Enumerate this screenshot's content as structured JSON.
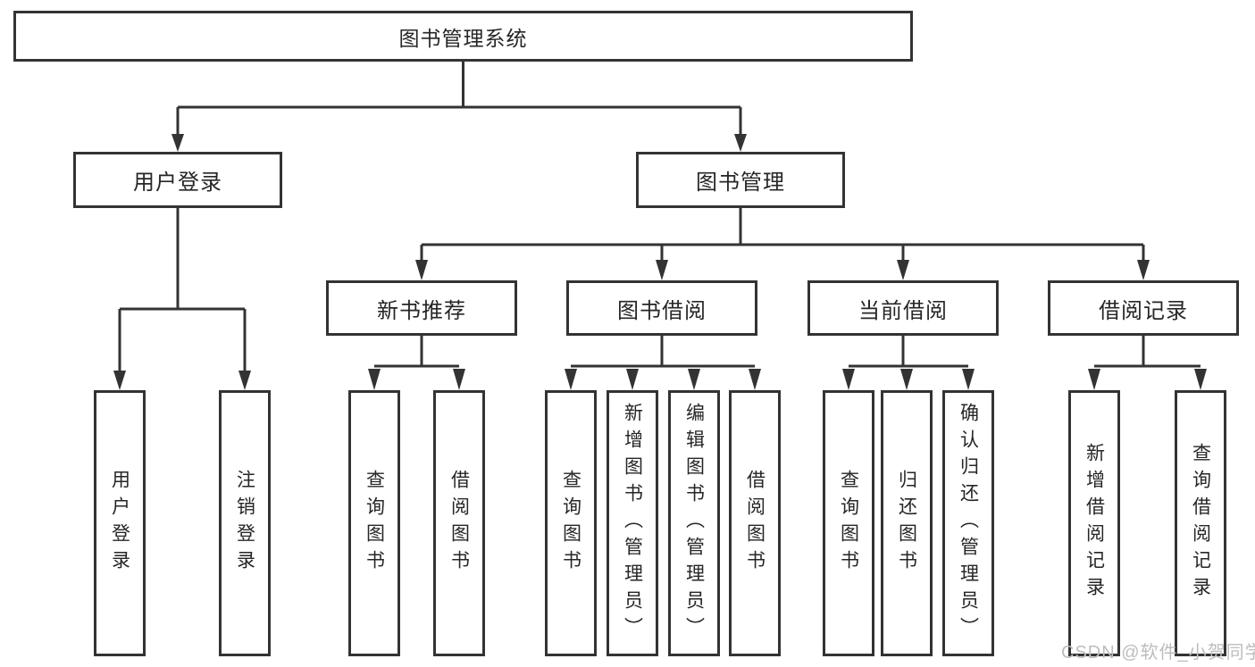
{
  "diagram": {
    "root": {
      "label": "图书管理系统"
    },
    "level2": [
      {
        "label": "用户登录"
      },
      {
        "label": "图书管理"
      }
    ],
    "level3": [
      {
        "label": "新书推荐"
      },
      {
        "label": "图书借阅"
      },
      {
        "label": "当前借阅"
      },
      {
        "label": "借阅记录"
      }
    ],
    "leaves": [
      {
        "label": "用户登录"
      },
      {
        "label": "注销登录"
      },
      {
        "label": "查询图书"
      },
      {
        "label": "借阅图书"
      },
      {
        "label": "查询图书"
      },
      {
        "label": "新增图书（管理员）"
      },
      {
        "label": "编辑图书（管理员）"
      },
      {
        "label": "借阅图书"
      },
      {
        "label": "查询图书"
      },
      {
        "label": "归还图书"
      },
      {
        "label": "确认归还（管理员）"
      },
      {
        "label": "新增借阅记录"
      },
      {
        "label": "查询借阅记录"
      }
    ],
    "colors": {
      "line": "#333333",
      "box_border": "#333333",
      "box_fill": "#ffffff",
      "text": "#262626",
      "watermark": "#bdbdbd",
      "background": "#ffffff"
    }
  },
  "watermark": {
    "text": "CSDN @软件_小贺同学"
  }
}
